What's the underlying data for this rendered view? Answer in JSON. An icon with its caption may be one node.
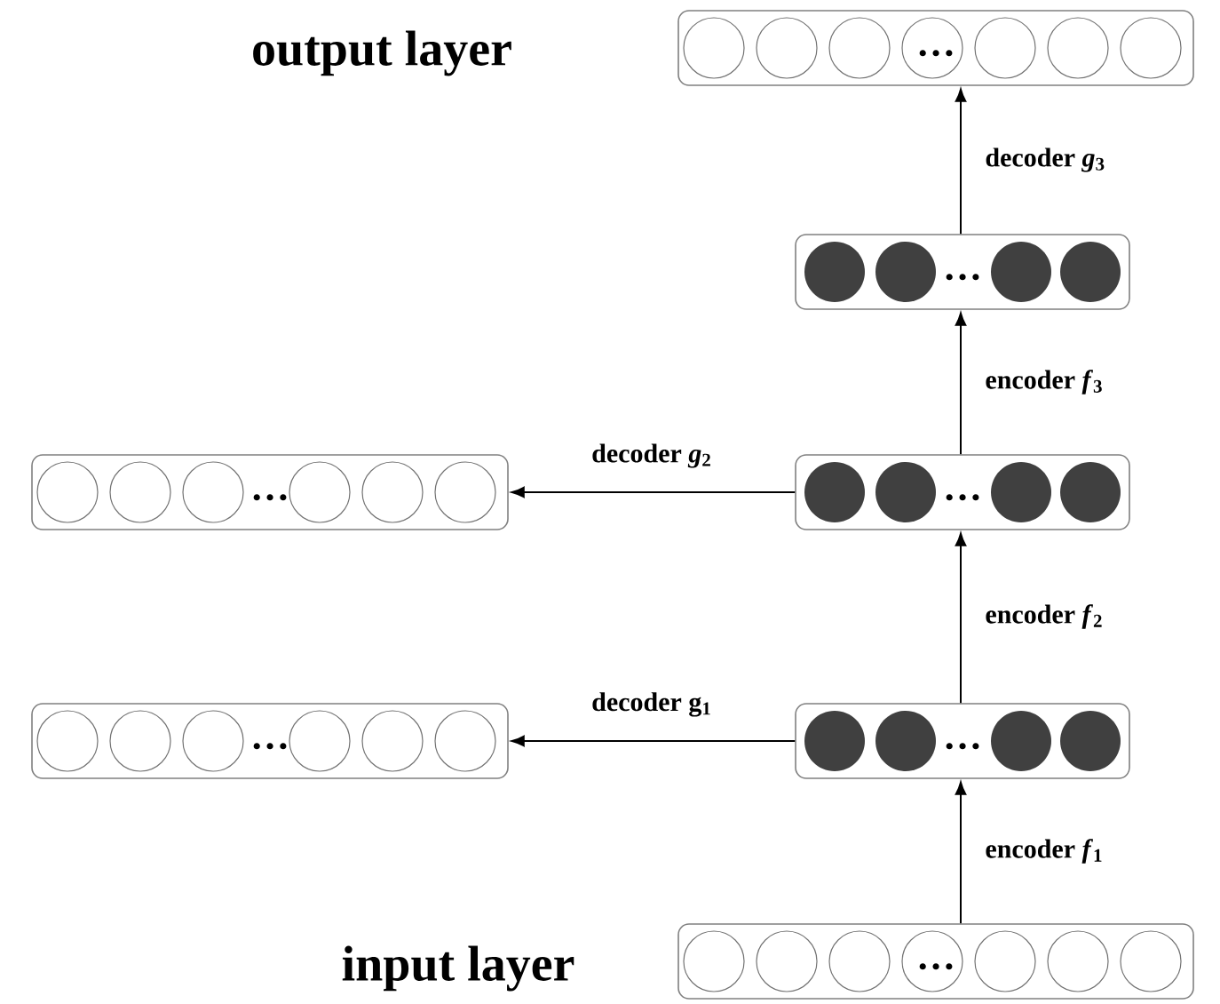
{
  "diagram": {
    "nodes": [
      {
        "text": [
          "…"
        ],
        "beside": [
          "output layer"
        ]
      },
      {
        "text": [
          "…"
        ]
      },
      {
        "text": [
          "…"
        ]
      },
      {
        "text": [
          "…"
        ]
      },
      {
        "text": [
          "…"
        ]
      },
      {
        "text": [
          "…"
        ]
      },
      {
        "text": [
          "…"
        ],
        "beside": [
          "input layer"
        ]
      }
    ],
    "edges": [
      {
        "from": 6,
        "to": 5,
        "arrow": "to",
        "label": "encoder *f*$_{1}$"
      },
      {
        "from": 5,
        "to": 4,
        "arrow": "to",
        "label": "decoder g$_{1}$"
      },
      {
        "from": 5,
        "to": 3,
        "arrow": "to",
        "label": "encoder *f*$_{2}$"
      },
      {
        "from": 3,
        "to": 2,
        "arrow": "to",
        "label": "decoder *g*$_{2}$"
      },
      {
        "from": 3,
        "to": 1,
        "arrow": "to",
        "label": "encoder *f*$_{3}$"
      },
      {
        "from": 1,
        "to": 0,
        "arrow": "to",
        "label": "decoder *g*$_{3}$"
      }
    ]
  }
}
